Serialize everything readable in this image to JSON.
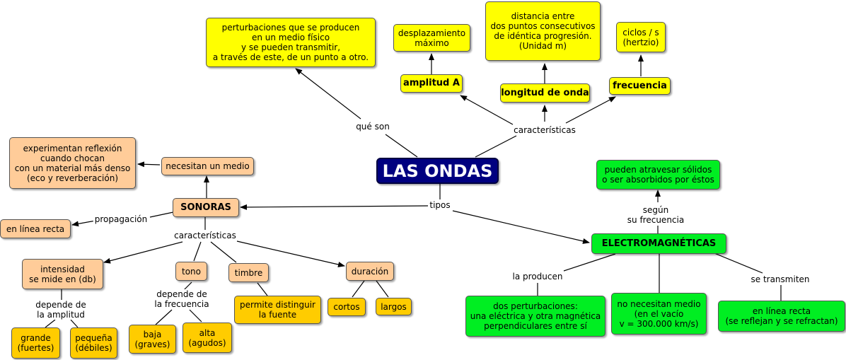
{
  "colors": {
    "main": "#000080",
    "yellow": "#ffff00",
    "green": "#00ee22",
    "peach": "#ffcc99",
    "gold": "#ffcc00",
    "link": "#000000"
  },
  "nodes": {
    "las_ondas": "LAS ONDAS",
    "perturbaciones": "perturbaciones que se producen\nen un medio físico\ny se pueden transmitir,\na través de este, de un punto a otro.",
    "desplazamiento": "desplazamiento\nmáximo",
    "distancia": "distancia entre\ndos puntos consecutivos\nde idéntica progresión.\n(Unidad m)",
    "ciclos": "ciclos / s\n(hertzio)",
    "amplitud": "amplitud A",
    "longitud": "longitud de onda",
    "frecuencia": "frecuencia",
    "experimentan": "experimentan reflexión\ncuando chocan\ncon un material más denso\n(eco y reverberación)",
    "necesitan_medio": "necesitan un medio",
    "sonoras": "SONORAS",
    "linea_recta_sonoras": "en línea recta",
    "intensidad": "intensidad\nse mide en (db)",
    "tono": "tono",
    "timbre": "timbre",
    "duracion": "duración",
    "permite": "permite distinguir\nla fuente",
    "cortos": "cortos",
    "largos": "largos",
    "grande": "grande\n(fuertes)",
    "pequena": "pequeña\n(débiles)",
    "baja": "baja\n(graves)",
    "alta": "alta\n(agudos)",
    "pueden_atravesar": "pueden atravesar sólidos\no ser absorbidos por éstos",
    "electromagneticas": "ELECTROMAGNÉTICAS",
    "dos_perturbaciones": "dos perturbaciones:\nuna eléctrica y otra magnética\nperpendiculares entre sí",
    "no_necesitan": "no necesitan medio\n(en el vacío\nv = 300.000 km/s)",
    "linea_recta_em": "en línea recta\n(se reflejan y se refractan)"
  },
  "links": {
    "que_son": "qué son",
    "caracteristicas_top": "características",
    "tipos": "tipos",
    "propagacion": "propagación",
    "caracteristicas_son": "características",
    "depende_amplitud": "depende de\nla amplitud",
    "depende_frecuencia": "depende de\nla frecuencia",
    "segun_frecuencia": "según\nsu frecuencia",
    "la_producen": "la producen",
    "se_transmiten": "se transmiten"
  }
}
